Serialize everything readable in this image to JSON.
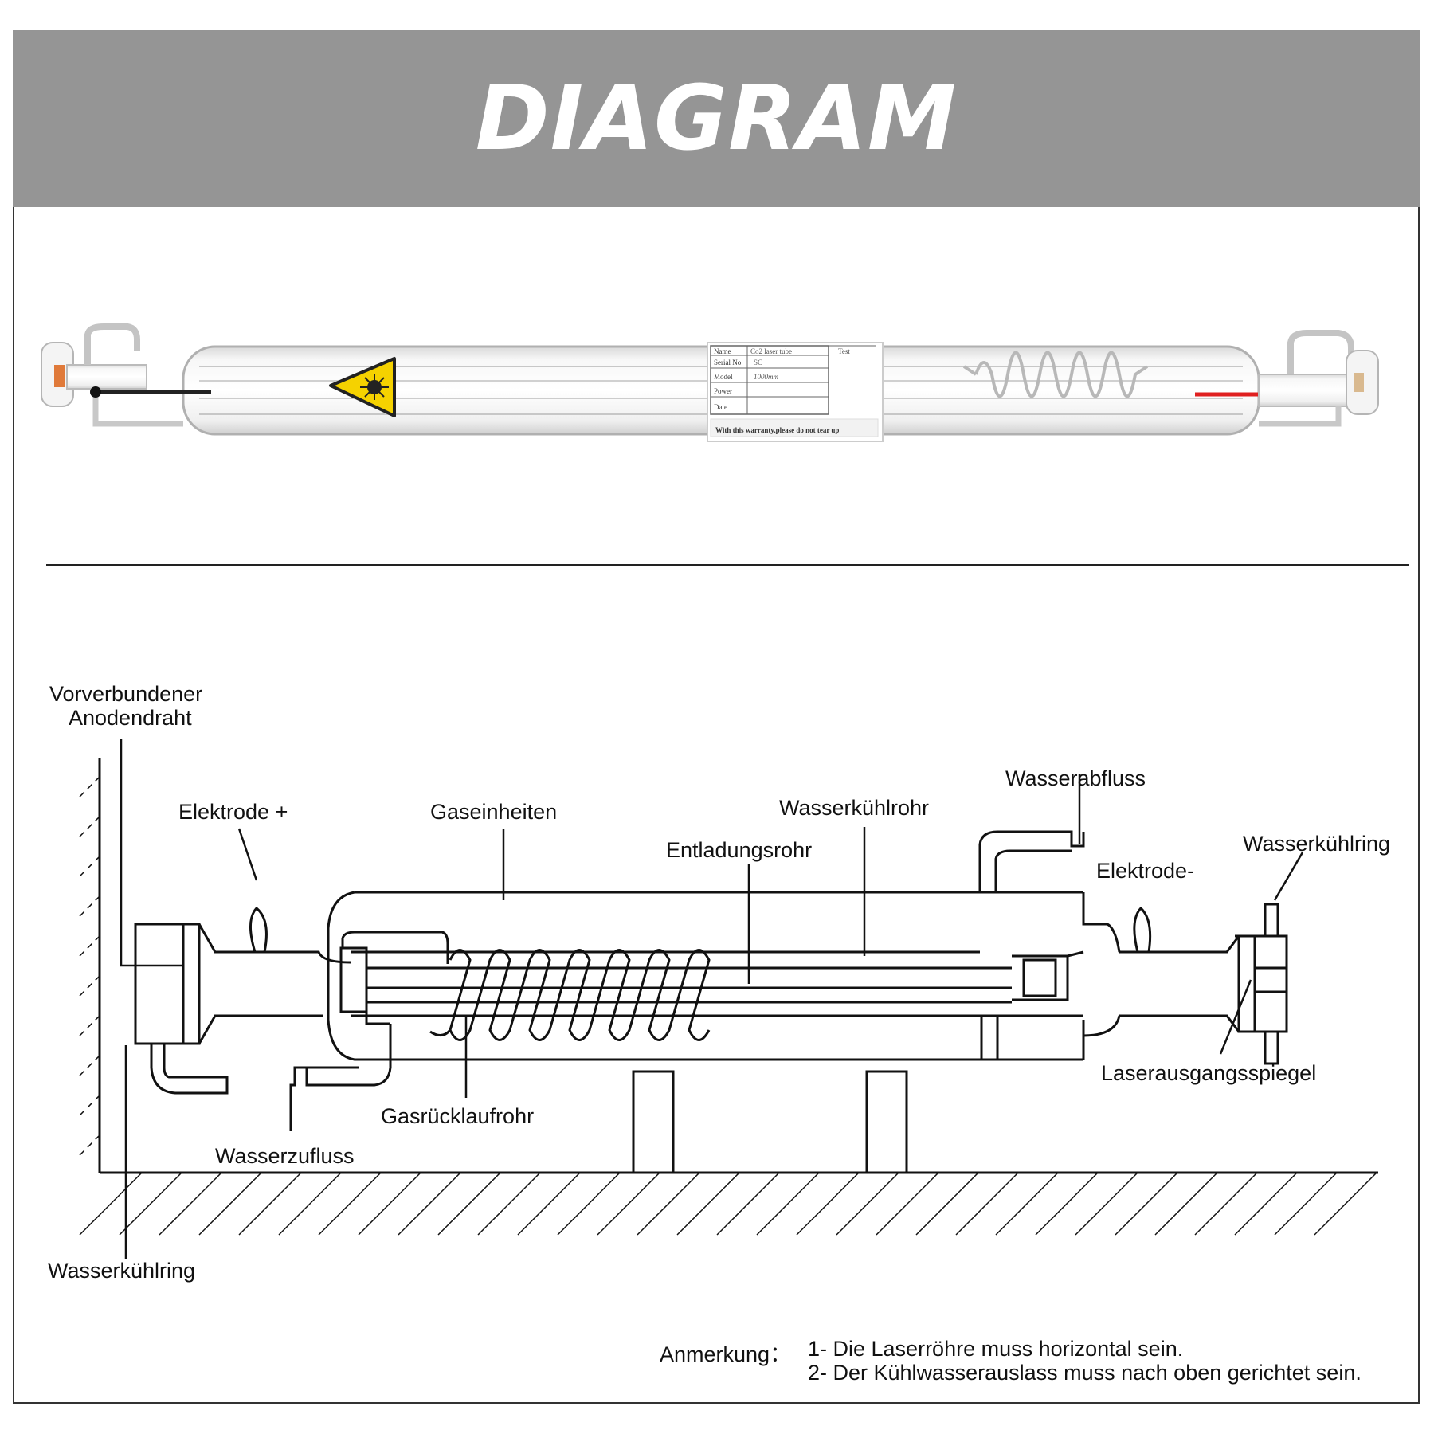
{
  "header": {
    "title": "DIAGRAM"
  },
  "photo": {
    "label_rows": [
      "Name",
      "Serial No",
      "Model",
      "Power",
      "Date"
    ],
    "label_values": [
      "Co2 laser tube",
      "SC",
      "1000mm",
      "",
      ""
    ],
    "label_extra": "Test",
    "label_footer": "With this warranty,please do not tear up"
  },
  "labels": {
    "anode_line1": "Vorverbundener",
    "anode_line2": "Anodendraht",
    "electrode_plus": "Elektrode +",
    "gas_units": "Gaseinheiten",
    "water_cooling_tube": "Wasserkühlrohr",
    "discharge_tube": "Entladungsrohr",
    "water_outlet": "Wasserabfluss",
    "water_cooling_ring_right": "Wasserkühlring",
    "electrode_minus": "Elektrode-",
    "laser_output_mirror": "Laserausgangsspiegel",
    "gas_return_tube": "Gasrücklaufrohr",
    "water_inlet": "Wasserzufluss",
    "water_cooling_ring_left": "Wasserkühlring"
  },
  "note": {
    "label": "Anmerkung：",
    "line1": "1- Die Laserröhre muss horizontal sein.",
    "line2": "2- Der Kühlwasserauslass muss nach oben gerichtet sein."
  }
}
